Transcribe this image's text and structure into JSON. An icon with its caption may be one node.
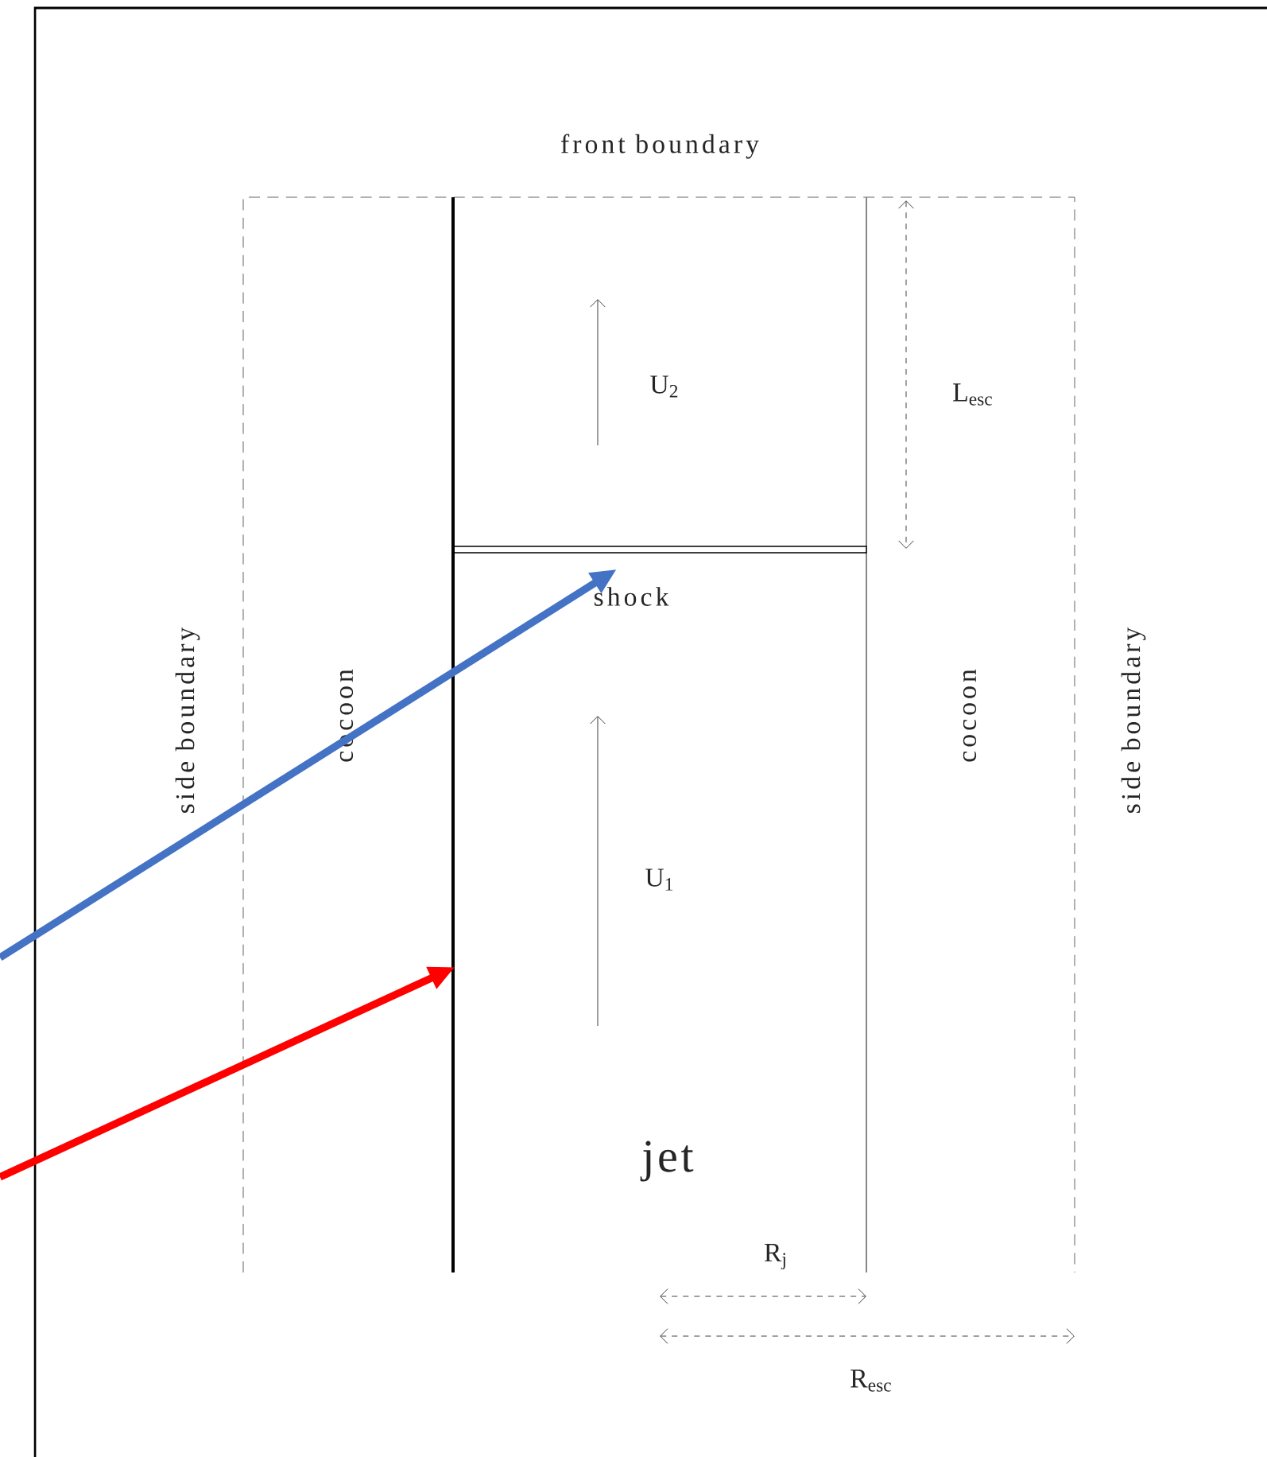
{
  "diagram": {
    "nodes": [
      {
        "text": [],
        "shape": "bar"
      },
      {
        "text": [],
        "shape": "bar"
      }
    ],
    "edges": [
      {
        "from": null,
        "to": 0,
        "arrow": "to",
        "color": "#4472c4"
      },
      {
        "from": null,
        "to": 1,
        "arrow": "to",
        "color": "#ff0000"
      }
    ],
    "labels": [
      "front boundary",
      "U$_{2}$",
      "L$_{esc}$",
      "side boundary",
      "cocoon",
      "shock",
      "U$_{1}$",
      "cocoon",
      "side boundary",
      "jet",
      "R$_{j}$",
      "R$_{esc}$"
    ]
  }
}
